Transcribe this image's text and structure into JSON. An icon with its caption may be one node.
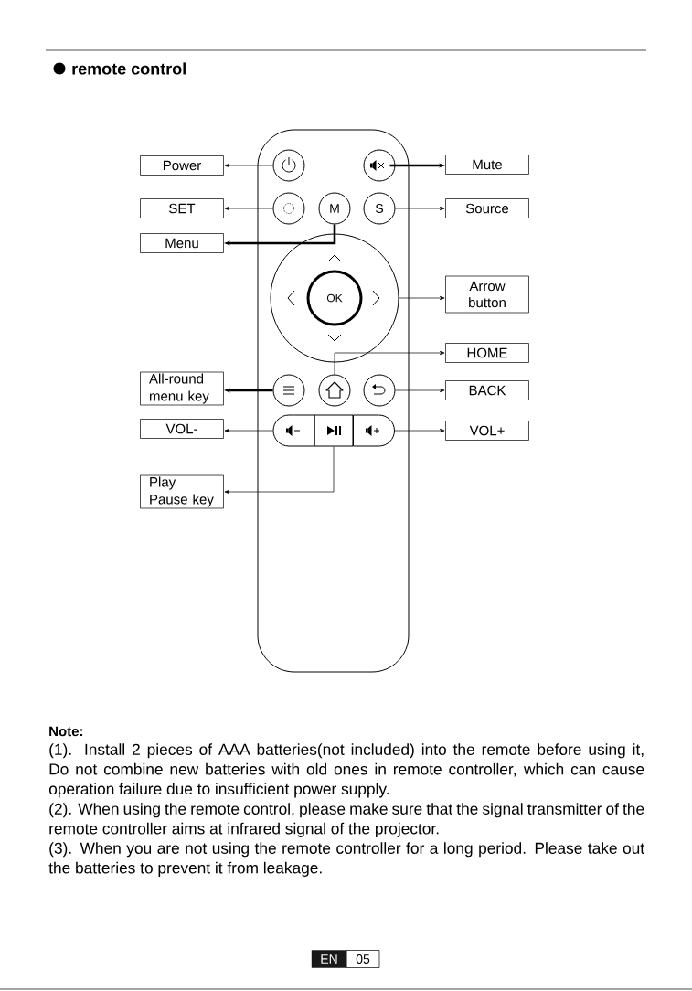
{
  "diagram": {
    "title": "remote control",
    "nodes": [
      {
        "text": [
          "Power"
        ]
      },
      {
        "text": [],
        "shape": "circle"
      },
      {
        "text": [],
        "shape": "circle"
      },
      {
        "text": [
          "Mute"
        ]
      },
      {
        "text": [
          "SET"
        ]
      },
      {
        "text": [],
        "shape": "circle"
      },
      {
        "text": [
          "M"
        ]
      },
      {
        "text": [
          "S"
        ]
      },
      {
        "text": [
          "Source"
        ]
      },
      {
        "text": [
          "Menu"
        ]
      },
      {
        "text": [],
        "shape": "circle"
      },
      {
        "text": [
          "OK"
        ],
        "in": 10
      },
      {
        "text": [
          "Arrow button"
        ]
      },
      {
        "text": [
          "HOME"
        ]
      },
      {
        "text": [
          "All-round menu key"
        ]
      },
      {
        "text": [],
        "shape": "circle"
      },
      {
        "text": [],
        "shape": "circle"
      },
      {
        "text": [],
        "shape": "circle"
      },
      {
        "text": [
          "BACK"
        ]
      },
      {
        "text": [
          "VOL-"
        ]
      },
      {
        "text": [],
        "shape": "box"
      },
      {
        "text": [],
        "shape": "box"
      },
      {
        "text": [],
        "shape": "box"
      },
      {
        "text": [
          "VOL+"
        ]
      },
      {
        "text": [
          "Play Pause key"
        ]
      },
      {
        "text": [
          "EN"
        ]
      },
      {
        "text": [
          "05"
        ]
      }
    ],
    "edges": [
      {
        "from": 1,
        "to": 0,
        "arrow": "to"
      },
      {
        "from": 2,
        "to": 3,
        "arrow": "to",
        "style": "thick"
      },
      {
        "from": 5,
        "to": 4,
        "arrow": "to"
      },
      {
        "from": 7,
        "to": 8,
        "arrow": "to"
      },
      {
        "from": 6,
        "to": 9,
        "arrow": "to",
        "style": "thick"
      },
      {
        "from": 10,
        "to": 12,
        "arrow": "to"
      },
      {
        "from": 16,
        "to": 13,
        "arrow": "to"
      },
      {
        "from": 15,
        "to": 14,
        "arrow": "to",
        "style": "thick"
      },
      {
        "from": 17,
        "to": 18,
        "arrow": "to"
      },
      {
        "from": 20,
        "to": 19,
        "arrow": "to"
      },
      {
        "from": 22,
        "to": 23,
        "arrow": "to"
      },
      {
        "from": 21,
        "to": 24,
        "arrow": "to"
      }
    ],
    "labels": [
      "Note:",
      "(1). Install 2 pieces of AAA batteries(not included) into the remote before using it, Do not combine new batteries with old ones in remote controller, which can cause operation failure due to insufficient power supply.",
      "(2). When using the remote control, please make sure that the signal transmitter of the remote controller aims at infrared signal of the projector.",
      "(3). When you are not using the remote controller for a long period. Please take out the batteries to prevent it from leakage."
    ]
  }
}
